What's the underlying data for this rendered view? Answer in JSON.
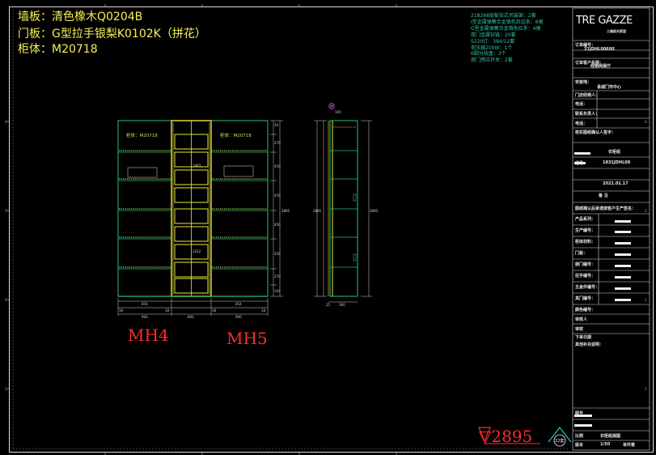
{
  "header": {
    "wall_panel": "墙板：清色橡木Q0204B",
    "door_panel": "门板：G型拉手银梨K0102K（拼花）",
    "cabinet_body": "柜体：M20718"
  },
  "notes": [
    "218268层板张式吊装架：2套",
    "I型金属弹簧合金铬色封边条：6根",
    "G型金属弹簧合金铬色拉手：4根",
    "厚门金属铰链：20套",
    "S220灯：384/12套",
    "变压器200W：1个",
    "6脚分线盒：3个",
    "双门感应开关：2套"
  ],
  "title_block": {
    "logo_main": "TRE GAZZE",
    "logo_sub": "三雄极光家居",
    "rows": [
      {
        "label": "订单编号：",
        "value": "31JDHL00600"
      },
      {
        "label": "订单客户名称：",
        "value": "经销商展厅"
      },
      {
        "label": "安装地：",
        "value": "县城门市中心"
      },
      {
        "label": "门店经销人：",
        "value": ""
      },
      {
        "label": "电话：",
        "value": ""
      },
      {
        "label": "联系负责人：",
        "value": ""
      },
      {
        "label": "电话：",
        "value": ""
      },
      {
        "label": "核实图纸确认人签字：",
        "value": ""
      }
    ],
    "drawing_name": "衣柜组",
    "code_label": "编号",
    "code_value": "1831JDHL00",
    "date": "2021.01.17",
    "remark": "备 注",
    "section_title": "图纸确认后承诺按客户生产签名：",
    "fields": [
      "产品系列：",
      "生产编号：",
      "柜体材料：",
      "门板：",
      "厨门编号：",
      "拉手编号：",
      "五金件编号：",
      "其门编号：",
      "颜色编号：",
      "审核人",
      "审核",
      "下单日期",
      "其他补充说明："
    ],
    "bottom": [
      "图号",
      "比例",
      "版本"
    ],
    "bottom_values": [
      "衣柜组展图",
      "1/50",
      "单件套"
    ]
  },
  "labels": {
    "mh4": "MH4",
    "mh5": "MH5",
    "cabinet_tag": "柜体：M20718"
  },
  "elevation": "▽2895",
  "badge": "22套",
  "dims": {
    "widths": [
      "900",
      "800",
      "900"
    ],
    "inner_widths": [
      "854",
      "854"
    ],
    "sides": [
      "18",
      "18",
      "18",
      "18"
    ],
    "front_heights": [
      "20",
      "270",
      "450",
      "450",
      "450",
      "450",
      "270",
      "102"
    ],
    "front_total": "2895",
    "mid_dims": [
      "1483",
      "1412"
    ],
    "side_total": "2895",
    "side_depth": "360",
    "side_offsets": [
      "25",
      "100"
    ]
  }
}
